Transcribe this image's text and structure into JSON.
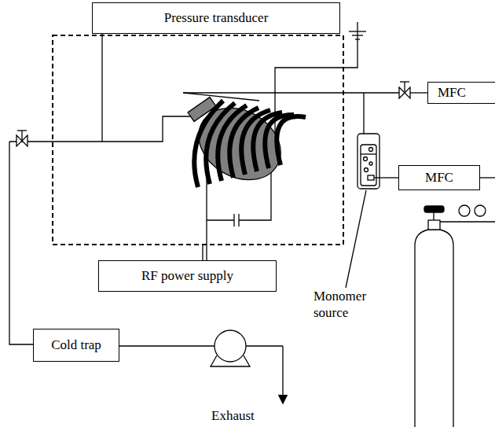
{
  "diagram": {
    "nodes": [
      {
        "text": [
          "Pressure transducer"
        ]
      },
      {
        "text": [
          "MFC"
        ]
      },
      {
        "text": [
          "MFC"
        ]
      },
      {
        "text": [
          "RF power supply"
        ]
      },
      {
        "text": [
          "Cold trap"
        ]
      }
    ],
    "labels": [
      "Monomer source",
      "Exhaust"
    ]
  }
}
